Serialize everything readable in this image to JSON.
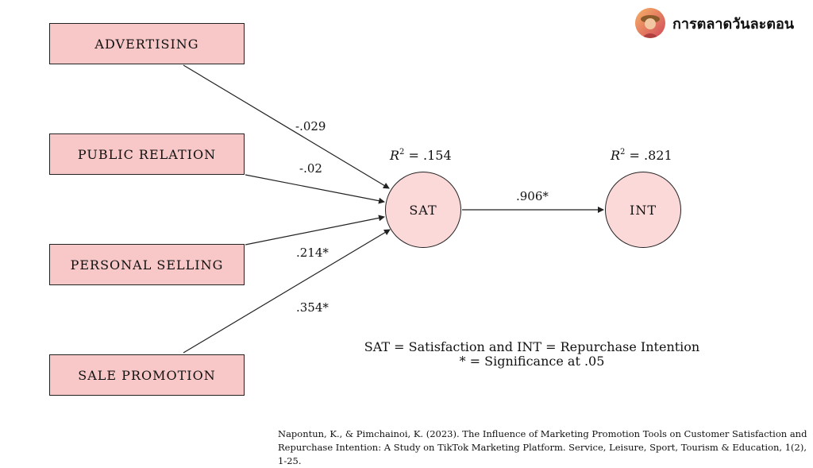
{
  "brand": {
    "name": "การตลาดวันละตอน",
    "icon": "avatar-logo-icon"
  },
  "diagram": {
    "predictors": [
      {
        "label": "ADVERTISING",
        "coefficient": "-.029"
      },
      {
        "label": "PUBLIC RELATION",
        "coefficient": "-.02"
      },
      {
        "label": "PERSONAL SELLING",
        "coefficient": ".214*"
      },
      {
        "label": "SALE PROMOTION",
        "coefficient": ".354*"
      }
    ],
    "mediator": {
      "label": "SAT",
      "r2_symbol": "R",
      "r2_power": "2",
      "r2_value": " = .154"
    },
    "outcome": {
      "label": "INT",
      "r2_symbol": "R",
      "r2_power": "2",
      "r2_value": " = .821"
    },
    "path_sat_int": ".906*",
    "legend_line1": "SAT = Satisfaction and INT = Repurchase Intention",
    "legend_line2": "* = Significance at .05"
  },
  "citation": {
    "line1": "Napontun, K., & Pimchainoi, K. (2023). The Influence of Marketing Promotion Tools on Customer Satisfaction and",
    "line2": "Repurchase Intention: A Study on TikTok Marketing Platform. Service, Leisure, Sport, Tourism & Education, 1(2), 1-25."
  },
  "colors": {
    "box_fill": "#f8c7c7",
    "circle_fill": "#fbd9d9",
    "line": "#222222"
  }
}
